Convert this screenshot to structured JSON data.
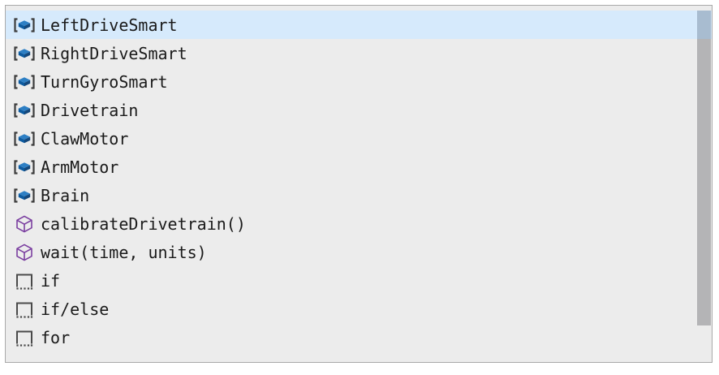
{
  "panel": {
    "background_color": "#ececec",
    "border_color": "#a9a9a9",
    "selection_color": "#d6eafc",
    "text_color": "#1a1a1a"
  },
  "icons": {
    "device": {
      "name": "blue-box-device-icon",
      "color": "#0d5ba0",
      "bracket_color": "#3c3c3c"
    },
    "function": {
      "name": "purple-cube-function-icon",
      "color": "#7b3fa0"
    },
    "block": {
      "name": "gray-dotted-block-icon",
      "color": "#4a4a4a"
    }
  },
  "scrollbar": {
    "name": "vertical-scrollbar",
    "thumb_color": "#b4b4b6"
  },
  "items": [
    {
      "label": "LeftDriveSmart",
      "icon": "device",
      "selected": true
    },
    {
      "label": "RightDriveSmart",
      "icon": "device",
      "selected": false
    },
    {
      "label": "TurnGyroSmart",
      "icon": "device",
      "selected": false
    },
    {
      "label": "Drivetrain",
      "icon": "device",
      "selected": false
    },
    {
      "label": "ClawMotor",
      "icon": "device",
      "selected": false
    },
    {
      "label": "ArmMotor",
      "icon": "device",
      "selected": false
    },
    {
      "label": "Brain",
      "icon": "device",
      "selected": false
    },
    {
      "label": "calibrateDrivetrain()",
      "icon": "function",
      "selected": false
    },
    {
      "label": "wait(time, units)",
      "icon": "function",
      "selected": false
    },
    {
      "label": "if",
      "icon": "block",
      "selected": false
    },
    {
      "label": "if/else",
      "icon": "block",
      "selected": false
    },
    {
      "label": "for",
      "icon": "block",
      "selected": false
    }
  ]
}
